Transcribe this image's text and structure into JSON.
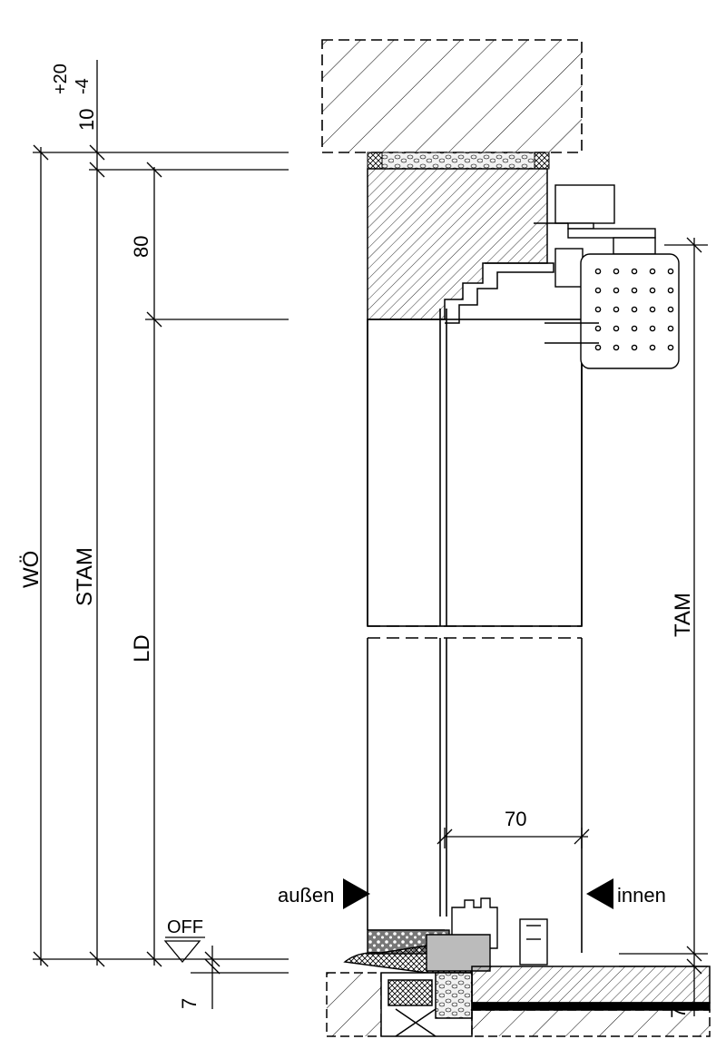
{
  "colors": {
    "line": "#000000",
    "background": "#ffffff",
    "insulation": "#f2f2f2"
  },
  "dimensions": {
    "top_tolerance_main": "10",
    "top_tolerance_plus": "+20",
    "top_tolerance_minus": "-4",
    "wo": "WÖ",
    "stam": "STAM",
    "ld": "LD",
    "head_80": "80",
    "tam": "TAM",
    "width_70": "70",
    "bottom_left_7": "7",
    "bottom_right_7": "7"
  },
  "labels": {
    "off": "OFF",
    "aussen": "außen",
    "innen": "innen"
  }
}
